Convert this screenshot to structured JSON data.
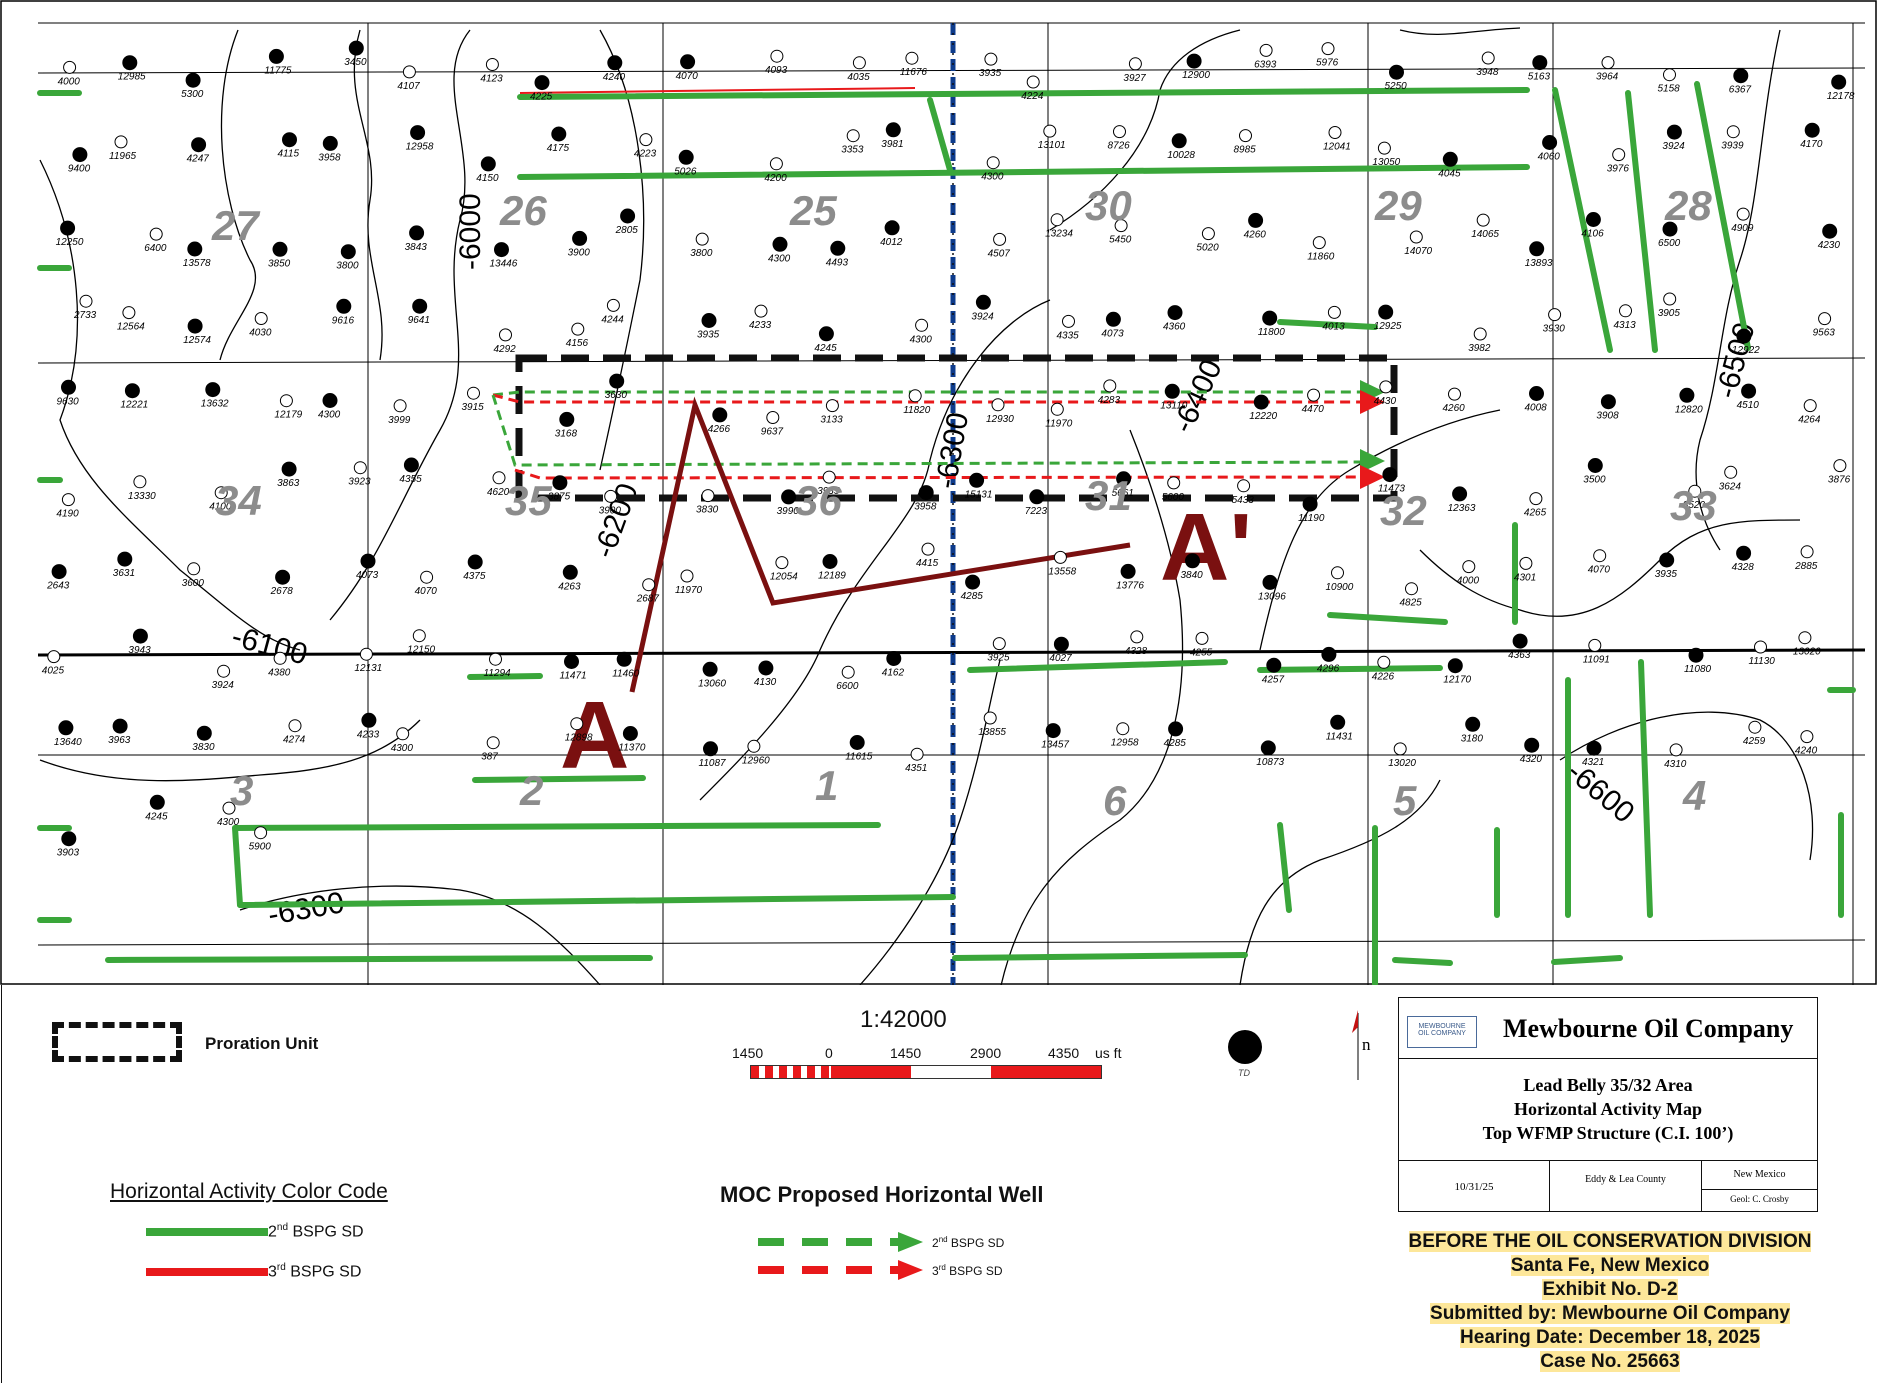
{
  "map": {
    "section_numbers": [
      "27",
      "26",
      "25",
      "30",
      "29",
      "28",
      "34",
      "35",
      "36",
      "31",
      "32",
      "33",
      "3",
      "2",
      "1",
      "6",
      "5",
      "4"
    ],
    "contours": [
      "-6000",
      "-6400",
      "-6500",
      "-6200",
      "-6100",
      "-6300",
      "-6600",
      "-6300"
    ],
    "xsection": {
      "start": "A",
      "end": "A'"
    },
    "well_labels": [
      "4000",
      "12985",
      "5300",
      "11775",
      "3450",
      "4107",
      "4123",
      "4225",
      "4240",
      "4070",
      "4093",
      "4035",
      "11676",
      "3935",
      "4224",
      "3927",
      "12900",
      "6393",
      "5976",
      "5250",
      "3948",
      "5163",
      "3964",
      "5158",
      "6367",
      "12178",
      "9400",
      "11965",
      "4247",
      "4115",
      "3958",
      "12958",
      "4150",
      "4175",
      "4223",
      "5026",
      "4200",
      "3353",
      "3981",
      "4300",
      "13101",
      "8726",
      "10028",
      "8985",
      "12041",
      "13050",
      "4045",
      "4060",
      "3976",
      "3924",
      "3939",
      "4170",
      "12250",
      "6400",
      "13578",
      "3850",
      "3800",
      "3843",
      "13446",
      "3900",
      "2805",
      "3800",
      "4300",
      "4493",
      "4012",
      "4507",
      "13234",
      "5450",
      "5020",
      "4260",
      "11860",
      "14070",
      "14065",
      "13893",
      "4106",
      "6500",
      "4909",
      "4230",
      "2733",
      "12564",
      "12574",
      "4030",
      "9616",
      "9641",
      "4292",
      "4156",
      "4244",
      "3935",
      "4233",
      "4245",
      "4300",
      "3924",
      "4335",
      "4073",
      "4360",
      "11800",
      "4013",
      "12925",
      "3982",
      "3930",
      "4313",
      "3905",
      "12922",
      "9563",
      "9630",
      "12221",
      "13632",
      "12179",
      "4300",
      "3999",
      "3915",
      "3168",
      "3630",
      "4266",
      "9637",
      "3133",
      "11820",
      "12930",
      "11970",
      "4283",
      "13110",
      "12220",
      "4470",
      "4430",
      "4260",
      "4008",
      "3908",
      "12820",
      "4510",
      "4264",
      "4190",
      "13330",
      "4100",
      "3863",
      "3923",
      "4355",
      "4620",
      "3875",
      "3900",
      "3830",
      "3990",
      "3935",
      "3958",
      "15131",
      "7223",
      "5661",
      "5600",
      "5433",
      "11190",
      "11473",
      "12363",
      "4265",
      "3500",
      "3520",
      "3624",
      "3876",
      "2643",
      "3631",
      "3600",
      "2678",
      "4073",
      "4070",
      "4375",
      "4263",
      "2687",
      "11970",
      "12054",
      "12189",
      "4415",
      "4285",
      "13558",
      "13776",
      "3840",
      "13096",
      "10900",
      "4825",
      "4000",
      "4301",
      "4070",
      "3935",
      "4328",
      "2885",
      "4025",
      "3943",
      "3924",
      "4380",
      "12131",
      "12150",
      "11294",
      "11471",
      "11460",
      "13060",
      "4130",
      "6600",
      "4162",
      "3925",
      "4027",
      "4328",
      "4255",
      "4257",
      "4296",
      "4226",
      "12170",
      "4363",
      "11091",
      "11080",
      "11130",
      "13020",
      "13640",
      "3963",
      "3830",
      "4274",
      "4233",
      "4300",
      "387",
      "12898",
      "11370",
      "11087",
      "12960",
      "11615",
      "4351",
      "13855",
      "13457",
      "12958",
      "4285",
      "10873",
      "11431",
      "13020",
      "3180",
      "4320",
      "4321",
      "4310",
      "4259",
      "4240",
      "3903",
      "4245",
      "4300",
      "5900"
    ]
  },
  "legend": {
    "proration_unit_label": "Proration Unit",
    "scale_ratio": "1:42000",
    "scale_ticks": [
      "1450",
      "0",
      "1450",
      "2900",
      "4350"
    ],
    "scale_unit": "us ft",
    "td_label": "TD",
    "north_label": "n",
    "horizontal_activity_title": "Horizontal Activity Color Code",
    "proposed_title": "MOC Proposed Horizontal Well",
    "zone_2nd_base": "2",
    "zone_2nd_sup": "nd",
    "zone_2nd_rest": " BSPG SD",
    "zone_3rd_base": "3",
    "zone_3rd_sup": "rd",
    "zone_3rd_rest": " BSPG SD",
    "green": "#3aa63a",
    "red": "#e8191b"
  },
  "title_block": {
    "company": "Mewbourne Oil Company",
    "logo_text_1": "MEWBOURNE",
    "logo_text_2": "OIL COMPANY",
    "line1": "Lead Belly 35/32 Area",
    "line2": "Horizontal Activity Map",
    "line3": "Top WFMP Structure (C.I. 100’)",
    "date": "10/31/25",
    "county": "Eddy & Lea County",
    "state": "New Mexico",
    "geologist": "Geol: C. Crosby"
  },
  "exhibit": {
    "line1": "BEFORE THE OIL CONSERVATION DIVISION",
    "line2": "Santa Fe, New Mexico",
    "line3": "Exhibit No. D-2",
    "line4": "Submitted by: Mewbourne Oil Company",
    "line5": "Hearing Date: December 18, 2025",
    "line6": "Case No. 25663",
    "highlight": "#fde79a"
  }
}
